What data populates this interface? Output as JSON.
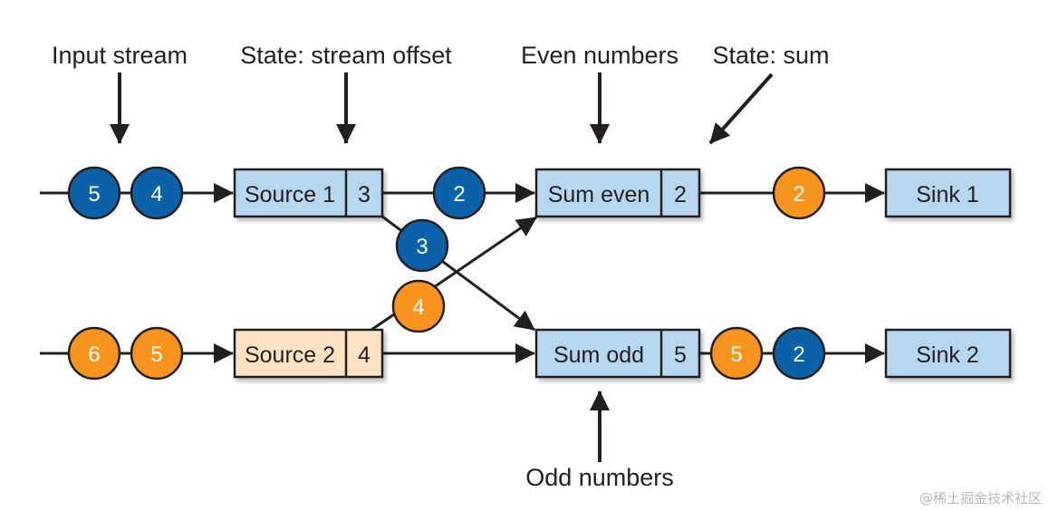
{
  "labels": {
    "input_stream": "Input stream",
    "state_offset": "State: stream offset",
    "even_numbers": "Even numbers",
    "state_sum": "State: sum",
    "odd_numbers": "Odd numbers"
  },
  "operators": {
    "source1": {
      "name": "Source 1",
      "state": "3"
    },
    "source2": {
      "name": "Source 2",
      "state": "4"
    },
    "sum_even": {
      "name": "Sum even",
      "state": "2"
    },
    "sum_odd": {
      "name": "Sum odd",
      "state": "5"
    },
    "sink1": {
      "name": "Sink 1"
    },
    "sink2": {
      "name": "Sink 2"
    }
  },
  "tokens": {
    "in1_a": "5",
    "in1_b": "4",
    "in2_a": "6",
    "in2_b": "5",
    "s1_to_even": "2",
    "s1_to_odd": "3",
    "s2_to_even": "4",
    "even_to_sink": "2",
    "odd_to_sink_a": "5",
    "odd_to_sink_b": "2"
  },
  "watermark": "@稀土掘金技术社区",
  "colors": {
    "blue_token": "#0b62a8",
    "orange_token": "#f7941d",
    "box_blue": "#b6d7ee",
    "box_orange": "#fde3c3",
    "line": "#231f20"
  }
}
